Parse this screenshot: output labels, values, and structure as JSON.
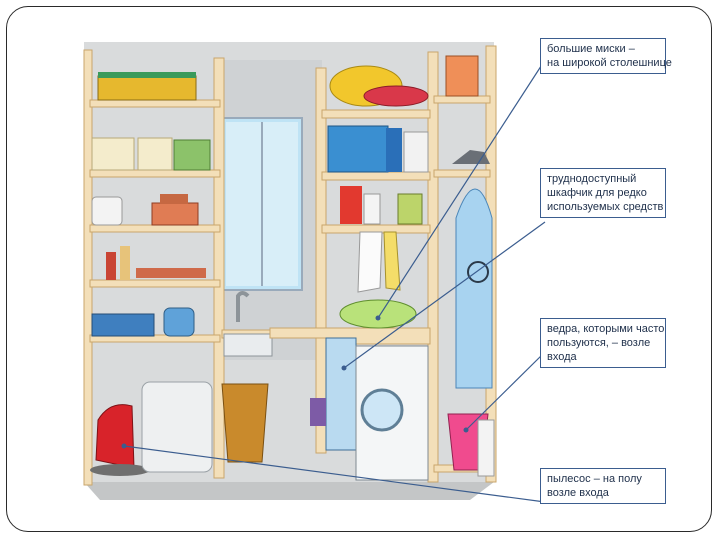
{
  "callouts": [
    {
      "id": "bowls",
      "lines": [
        "большие миски –",
        "на широкой столешнице"
      ]
    },
    {
      "id": "cabinet",
      "lines": [
        "труднодоступный",
        "шкафчик для редко",
        "используемых средств"
      ]
    },
    {
      "id": "buckets",
      "lines": [
        "ведра, которыми часто",
        "пользуются, – возле",
        "входа"
      ]
    },
    {
      "id": "vacuum",
      "lines": [
        "пылесос – на полу",
        "возле входа"
      ]
    }
  ],
  "colors": {
    "wood": "#f3dfb9",
    "wood_edge": "#c9a66b",
    "wall": "#d9dbdc",
    "leader": "#3b5d8f",
    "window": "#bfe3f5",
    "cabinet_door": "#b9daf0"
  }
}
